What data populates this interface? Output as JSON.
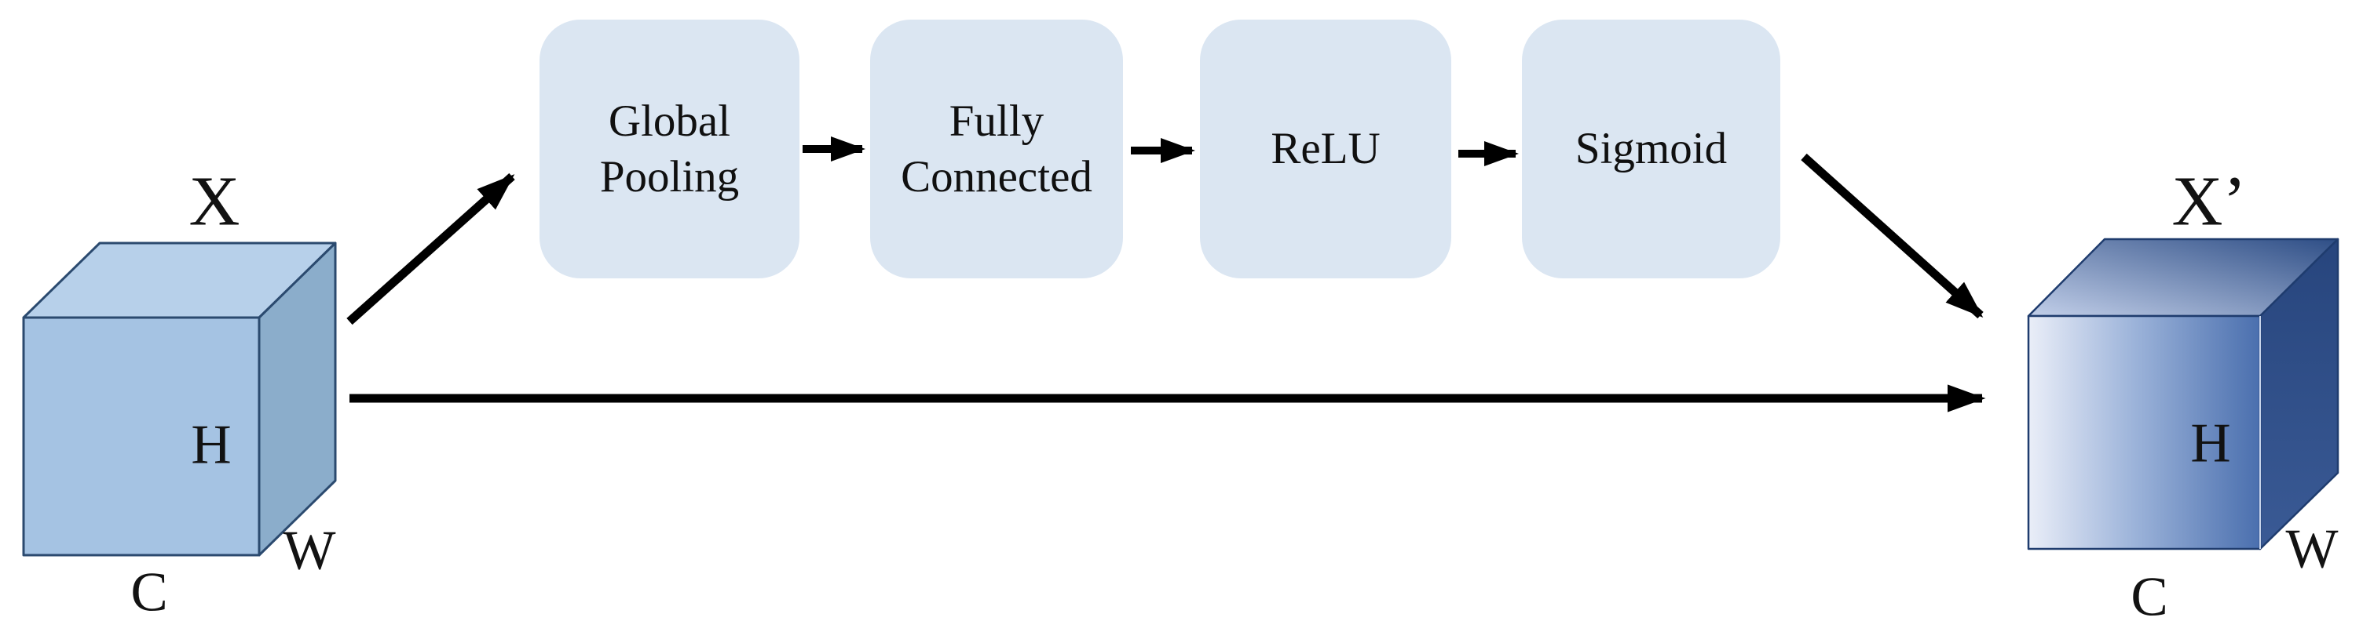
{
  "diagram": {
    "title_semantic": "squeeze-and-excitation attention block",
    "input_tensor": {
      "name": "X",
      "height_label": "H",
      "width_label": "W",
      "channels_label": "C"
    },
    "output_tensor": {
      "name": "X’",
      "height_label": "H",
      "width_label": "W",
      "channels_label": "C"
    },
    "blocks": [
      {
        "label": "Global\nPooling"
      },
      {
        "label": "Fully\nConnected"
      },
      {
        "label": "ReLU"
      },
      {
        "label": "Sigmoid"
      }
    ],
    "colors": {
      "block_fill": "#dbe6f2",
      "text": "#101010",
      "arrow": "#000000",
      "input_cube_front": "#a5c3e3",
      "input_cube_top": "#b7d0ea",
      "input_cube_side": "#8badcb",
      "input_cube_stroke": "#2b4a6f",
      "output_cube_front_light": "#eaeef8",
      "output_cube_front_dark": "#4a6fae",
      "output_cube_top_light": "#c2cfe9",
      "output_cube_top_dark": "#2e4e86",
      "output_cube_side_dark": "#27457d",
      "output_cube_side_light": "#3a5a95",
      "output_cube_stroke": "#1f3c6e"
    }
  }
}
